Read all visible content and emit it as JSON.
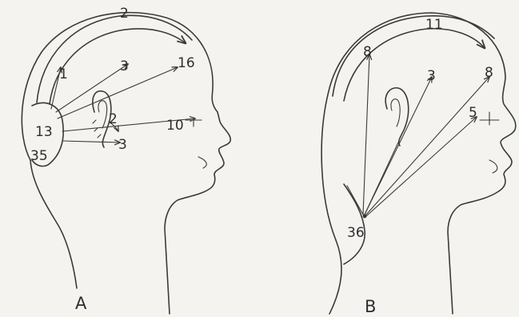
{
  "figure": {
    "panel_a": {
      "label": "A",
      "markers": [
        "1",
        "2",
        "3",
        "16",
        "2",
        "10",
        "3",
        "13",
        "35"
      ]
    },
    "panel_b": {
      "label": "B",
      "markers": [
        "11",
        "8",
        "3",
        "8",
        "5",
        "36"
      ]
    }
  }
}
